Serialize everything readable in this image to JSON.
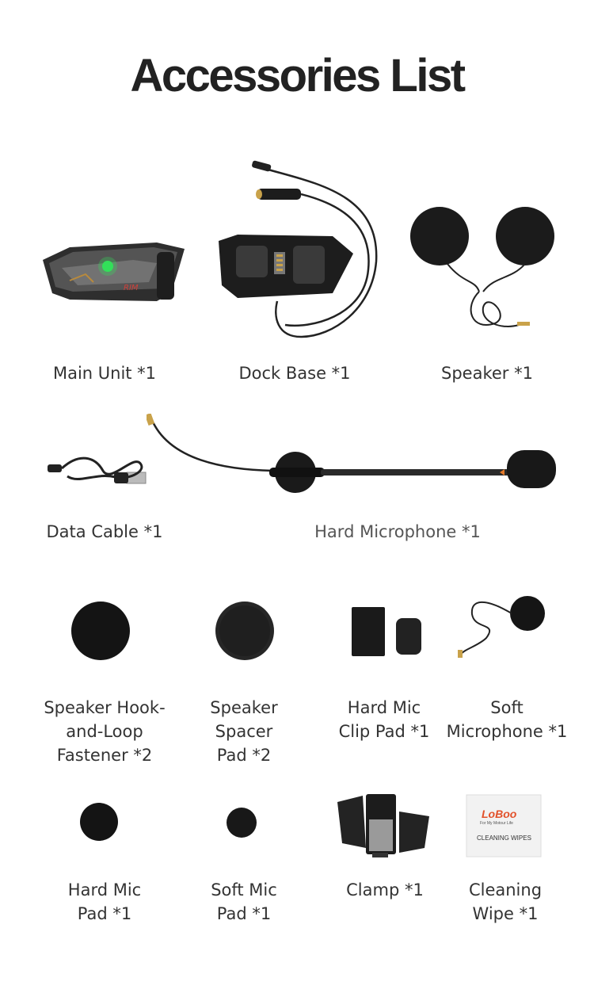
{
  "title": "Accessories List",
  "items": {
    "main_unit": "Main Unit *1",
    "dock_base": "Dock Base *1",
    "speaker": "Speaker *1",
    "data_cable": "Data Cable *1",
    "hard_microphone": "Hard Microphone *1",
    "speaker_hook_loop": [
      "Speaker Hook-",
      "and-Loop",
      "Fastener *2"
    ],
    "speaker_spacer_pad": [
      "Speaker",
      "Spacer",
      "Pad *2"
    ],
    "hard_mic_clip_pad": [
      "Hard Mic",
      "Clip Pad *1"
    ],
    "soft_microphone": [
      "Soft",
      "Microphone *1"
    ],
    "hard_mic_pad": [
      "Hard Mic",
      "Pad *1"
    ],
    "soft_mic_pad": [
      "Soft Mic",
      "Pad *1"
    ],
    "clamp": "Clamp *1",
    "cleaning_wipe": [
      "Cleaning",
      "Wipe *1"
    ]
  },
  "wipe_packet": {
    "brand": "LoBoo",
    "tagline": "For My Motour Life",
    "text": "CLEANING WIPES"
  },
  "main_unit_mark": "RIM"
}
